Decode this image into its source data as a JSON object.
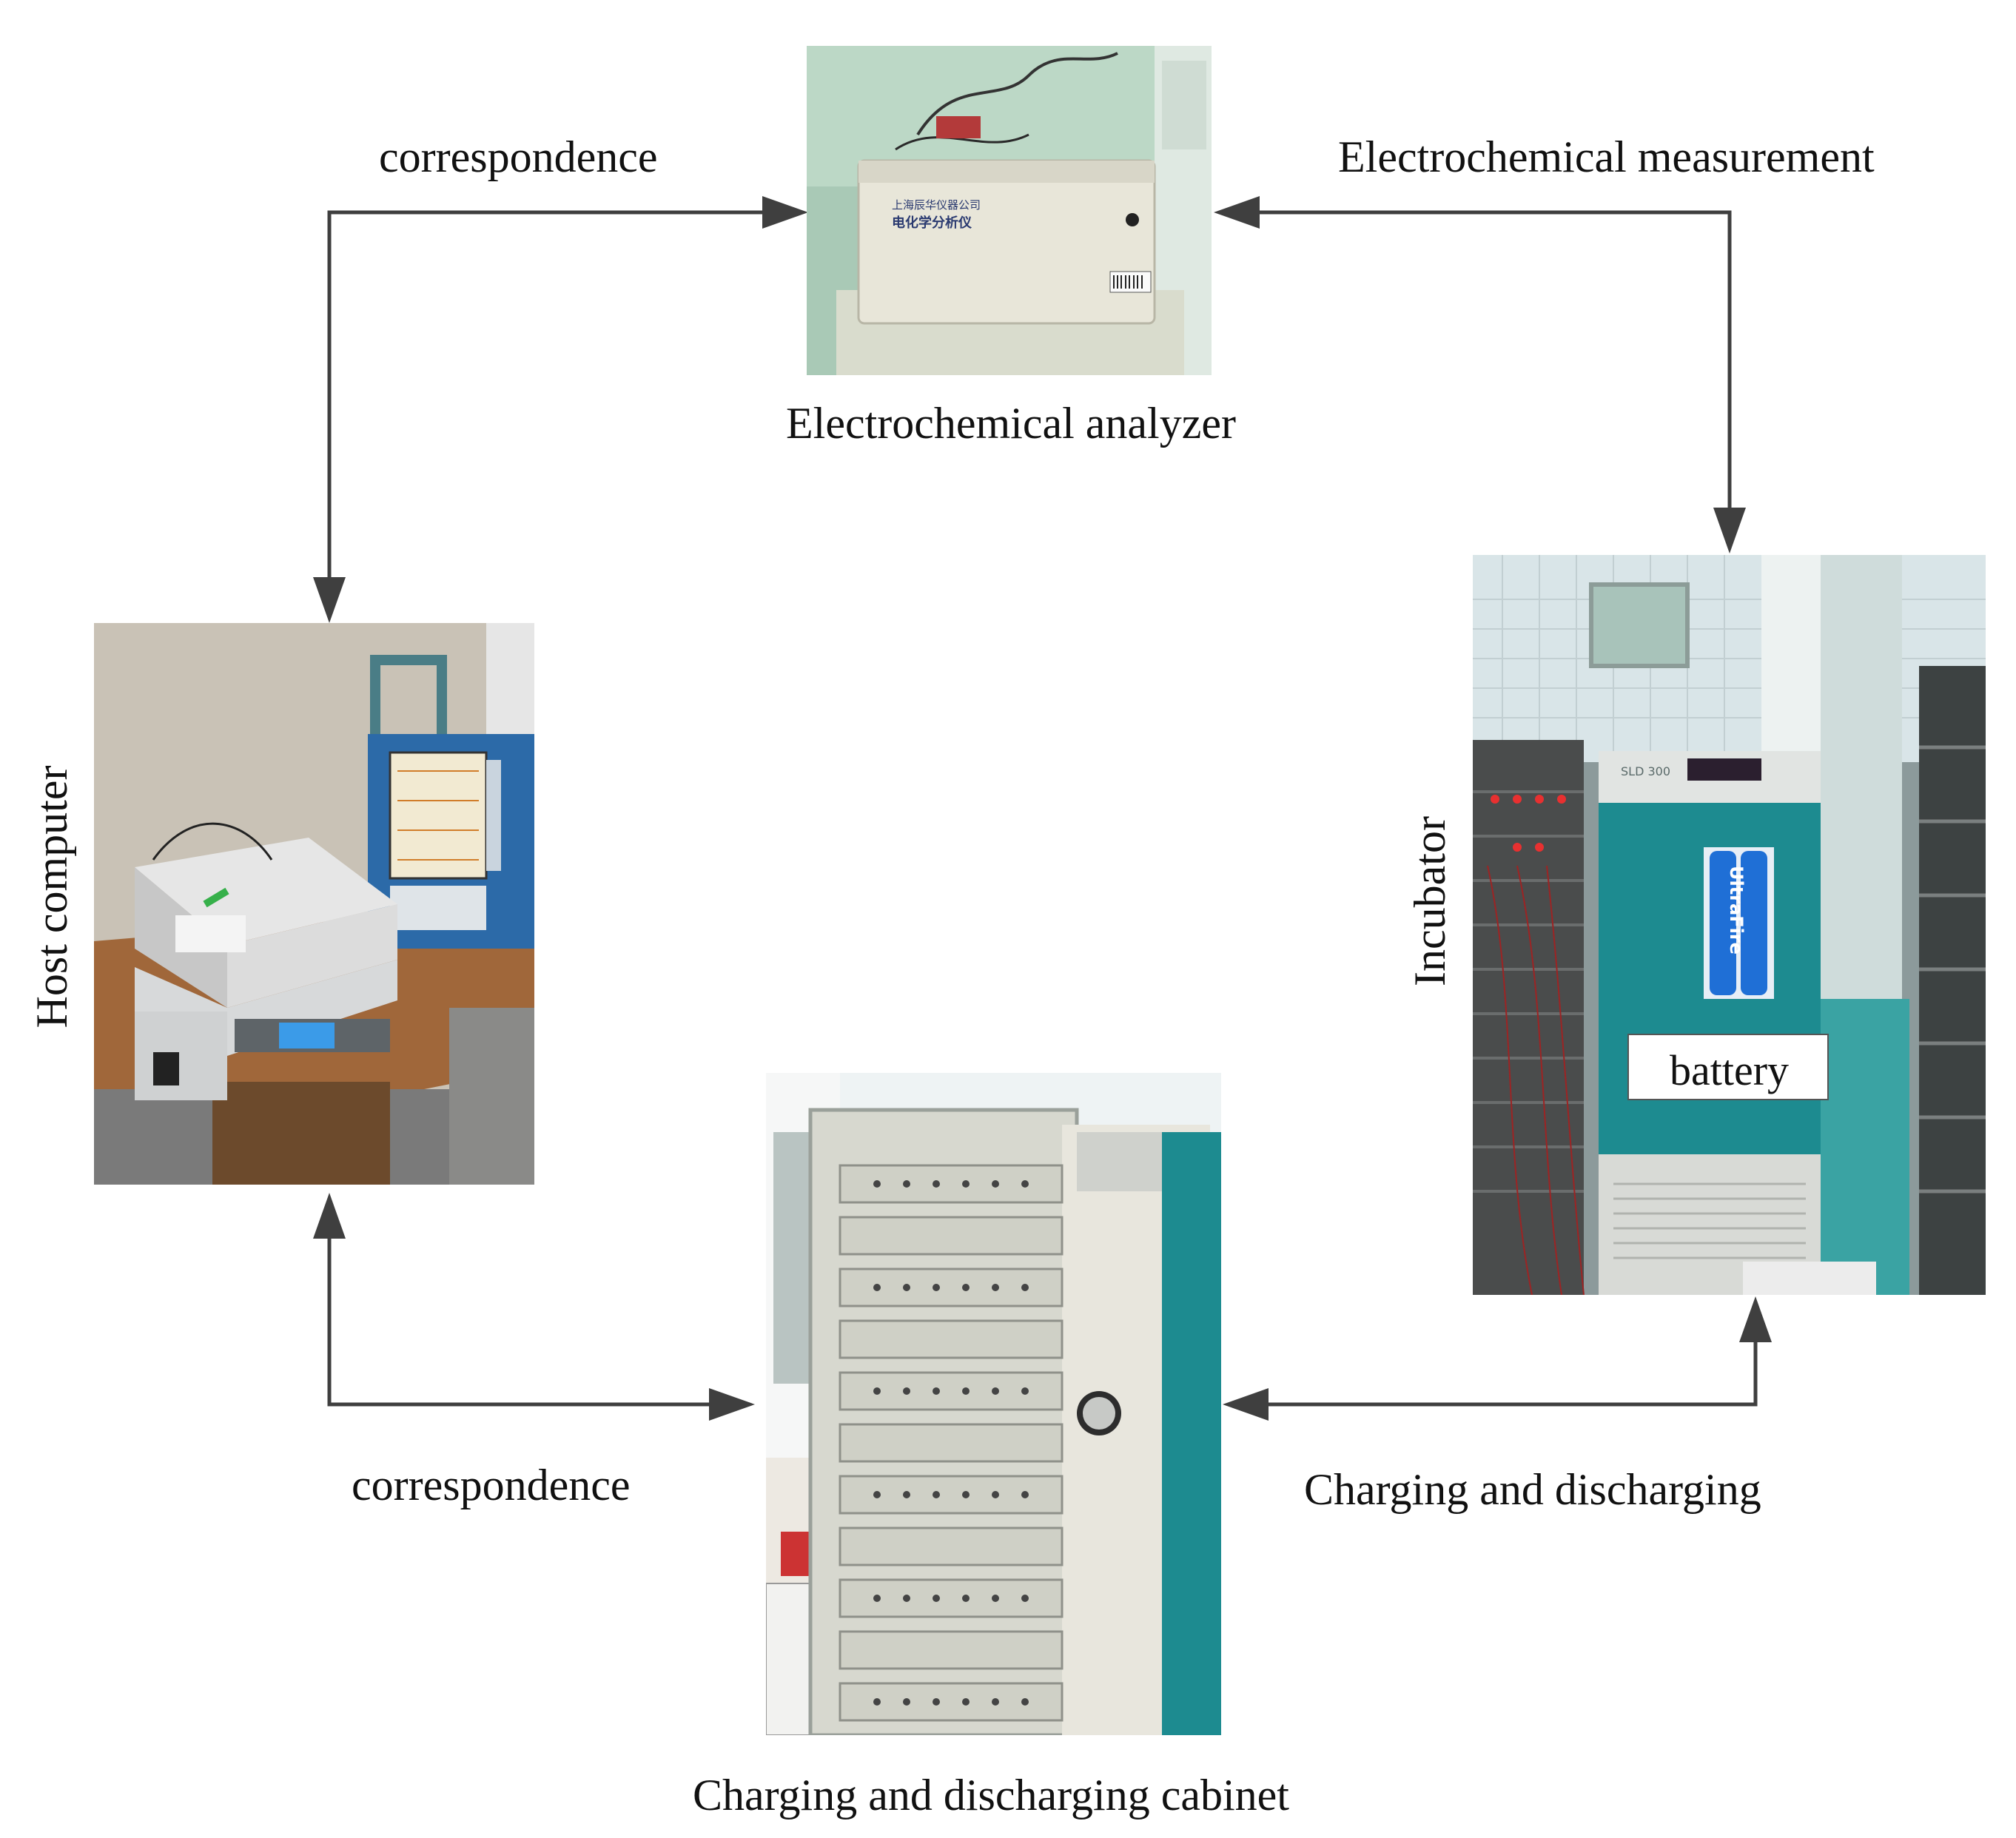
{
  "labels": {
    "top_left_arrow": "correspondence",
    "top_right_arrow": "Electrochemical measurement",
    "analyzer": "Electrochemical analyzer",
    "host": "Host computer",
    "incubator": "Incubator",
    "battery": "battery",
    "bottom_left_arrow": "correspondence",
    "bottom_right_arrow": "Charging and discharging",
    "cabinet": "Charging and discharging cabinet"
  },
  "photo_text": {
    "analyzer_maker": "上海辰华仪器公司",
    "analyzer_name": "电化学分析仪",
    "battery_brand": "UltraFire",
    "incubator_model": "SLD 300"
  },
  "colors": {
    "arrow": "#3f3f3f",
    "incubator_body": "#1d8b90",
    "battery": "#1f6fd6",
    "analyzer_bg": "#a9c9b6"
  }
}
